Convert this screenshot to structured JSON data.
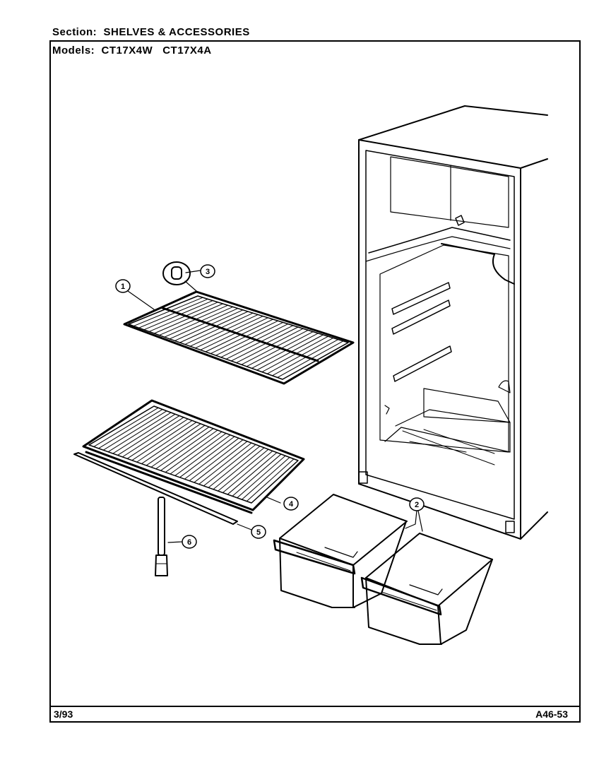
{
  "header": {
    "section_label": "Section:",
    "section_value": "SHELVES & ACCESSORIES",
    "models_label": "Models:",
    "models_value": "CT17X4W   CT17X4A"
  },
  "footer": {
    "date": "3/93",
    "page_code": "A46-53"
  },
  "callouts": [
    {
      "id": "1",
      "part": "wire-shelf"
    },
    {
      "id": "2",
      "part": "crisper-pan"
    },
    {
      "id": "3",
      "part": "shelf-end-cap"
    },
    {
      "id": "4",
      "part": "crisper-cover-shelf"
    },
    {
      "id": "5",
      "part": "cover-trim-strip"
    },
    {
      "id": "6",
      "part": "support-rod"
    }
  ]
}
